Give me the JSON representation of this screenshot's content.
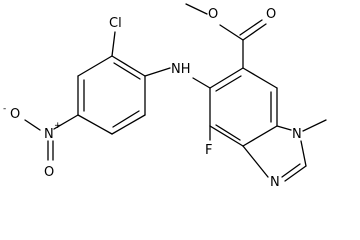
{
  "molecule": {
    "atoms": {
      "cl": "Cl",
      "nh": "NH",
      "o_carbonyl": "O",
      "o_ester": "O",
      "o_minus": "O",
      "o_minus_charge": "-",
      "n_nitro": "N",
      "n_nitro_charge": "+",
      "o_nitro": "O",
      "f": "F",
      "n_ring1": "N",
      "n_ring3": "N"
    }
  }
}
